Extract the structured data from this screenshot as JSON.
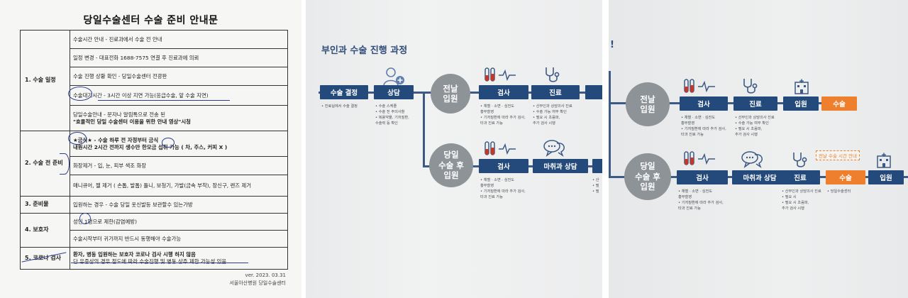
{
  "document": {
    "title": "당일수술센터 수술 준비 안내문",
    "rows": [
      {
        "category": "1. 수술 일정",
        "lines": [
          [
            "수술시간 안내 - 진료과에서 수술 전 안내"
          ],
          [
            "일정 변경 - 대표전화 1688-7575 연결 후 진료과에 의뢰"
          ],
          [
            "수술 진행 상황 확인 - 당일수술센터 전광판"
          ],
          [
            "수술대기시간 - 3시간 이상 지연 가능(응급수술, 앞 수술 지연)"
          ],
          [
            "당일수술안내 - 문자나 알림톡으로 전송 된",
            "\"효율적인 당일 수술센터 이용을 위한 안내 영상\"시청"
          ]
        ]
      },
      {
        "category": "2. 수술 전 준비",
        "lines": [
          [
            "★금식★ - 수술 하루 전 자정부터 금식",
            "내원시간 2시간 전까지 생수만 한모금 섭취 가능 ( 차, 주스, 커피 X )"
          ],
          [
            "화장제거 - 입, 눈, 피부 색조 화장"
          ],
          [
            "매니큐어, 젤 제거 ( 손톱, 발톱) 틀니, 보청기, 가발(금속 부착), 장신구, 렌즈 제거"
          ]
        ]
      },
      {
        "category": "3. 준비물",
        "lines": [
          [
            "입원하는 경우 - 수술 당일 옷신발등 보관할수 있는가방"
          ]
        ]
      },
      {
        "category": "4. 보호자",
        "lines": [
          [
            "성인 1명으로 제한(감염예방)"
          ],
          [
            "수술시작부터 귀가까지 반드시 동행해야 수술가능"
          ]
        ]
      },
      {
        "category": "5. 코로나 검사",
        "lines": [
          [
            "환자, 병동 입원하는 보호자 코로나 검사 시행 하지 않음",
            "단 유증상의 경우 정도에 따라 수술진행 및 병동 상주 제한 가능성 있음"
          ]
        ]
      }
    ],
    "version": "ver. 2023. 03.31",
    "issuer": "서울아산병원 당일수술센터"
  },
  "flow_left": {
    "title": "부인과 수술 진행 과정",
    "boxes": {
      "decision": "수술 결정",
      "consult": "상담",
      "exam_top": "검사",
      "clinic_top": "진료",
      "exam_bottom": "검사",
      "anesthesia": "마취과 상담"
    },
    "circles": {
      "prev_day": [
        "전날",
        "입원"
      ],
      "same_day": [
        "당일",
        "수술 후",
        "입원"
      ]
    },
    "notes": {
      "decision": [
        "• 진료실에서 수술 결정"
      ],
      "consult": [
        "• 수술 스케줄",
        "• 수술 전 주의사항",
        "• 복용약물, 기저질환,",
        "  수술력 등 확인"
      ],
      "exam_top": [
        "• 채혈 · 소변 · 심전도",
        "  흉부촬영",
        "• 기저질환에 따라 추가 검사,",
        "  타과 진료 가능"
      ],
      "clinic_top": [
        "• 산부인과 상담의사 진료",
        "• 수술 가능 여부 확인",
        "• 필요 시 초음파,",
        "  추가 검사 시행"
      ],
      "exam_bottom": [
        "• 채혈 · 소변 · 심전도",
        "  흉부촬영",
        "• 기저질환에 따라 추가 검사,",
        "  타과 진료 가능"
      ],
      "edge": [
        "• 산",
        "• 필",
        "• 필"
      ]
    }
  },
  "flow_right": {
    "title_fragment": "!",
    "boxes": {
      "exam_top": "검사",
      "clinic_top": "진료",
      "admit_top": "입원",
      "surgery_top": "수술",
      "exam_bottom": "검사",
      "anesthesia": "마취과 상담",
      "clinic_bottom": "진료",
      "surgery_bottom": "수술",
      "admit_bottom": "입원"
    },
    "circles": {
      "prev_day": [
        "전날",
        "입원"
      ],
      "same_day": [
        "당일",
        "수술 후",
        "입원"
      ]
    },
    "callout": "전날 수술 시간 안내",
    "notes": {
      "exam_top": [
        "• 채혈 · 소변 · 심전도",
        "  흉부촬영",
        "• 기저질환에 따라 추가 검사,",
        "  타과 진료 가능"
      ],
      "clinic_top": [
        "• 산부인과 상담의사 진료",
        "• 수술 가능 여부 확인",
        "• 필요 시 초음파,",
        "  추가 검사 시행"
      ],
      "exam_bottom": [
        "• 채혈 · 소변 · 심전도",
        "  흉부촬영",
        "• 기저질환에 따라 추가 검사,",
        "  타과 진료 가능"
      ],
      "clinic_bottom": [
        "• 산부인과 상담의사 진료",
        "• 필요 시",
        "• 필요 시 초음파,",
        "  추가 검사 시행"
      ],
      "surgery_bottom": [
        "• 당일수술센터"
      ]
    }
  },
  "colors": {
    "navy": "#234a7a",
    "orange": "#ee7f2d",
    "gray_circle": "#8e9398",
    "title_blue": "#2f4d78",
    "pen_ink": "#2c3e8c"
  },
  "icons": [
    "patient-consult-icon",
    "test-tubes-heartbeat-icon",
    "stethoscope-icon",
    "speech-bubbles-icon",
    "hospital-building-icon"
  ]
}
